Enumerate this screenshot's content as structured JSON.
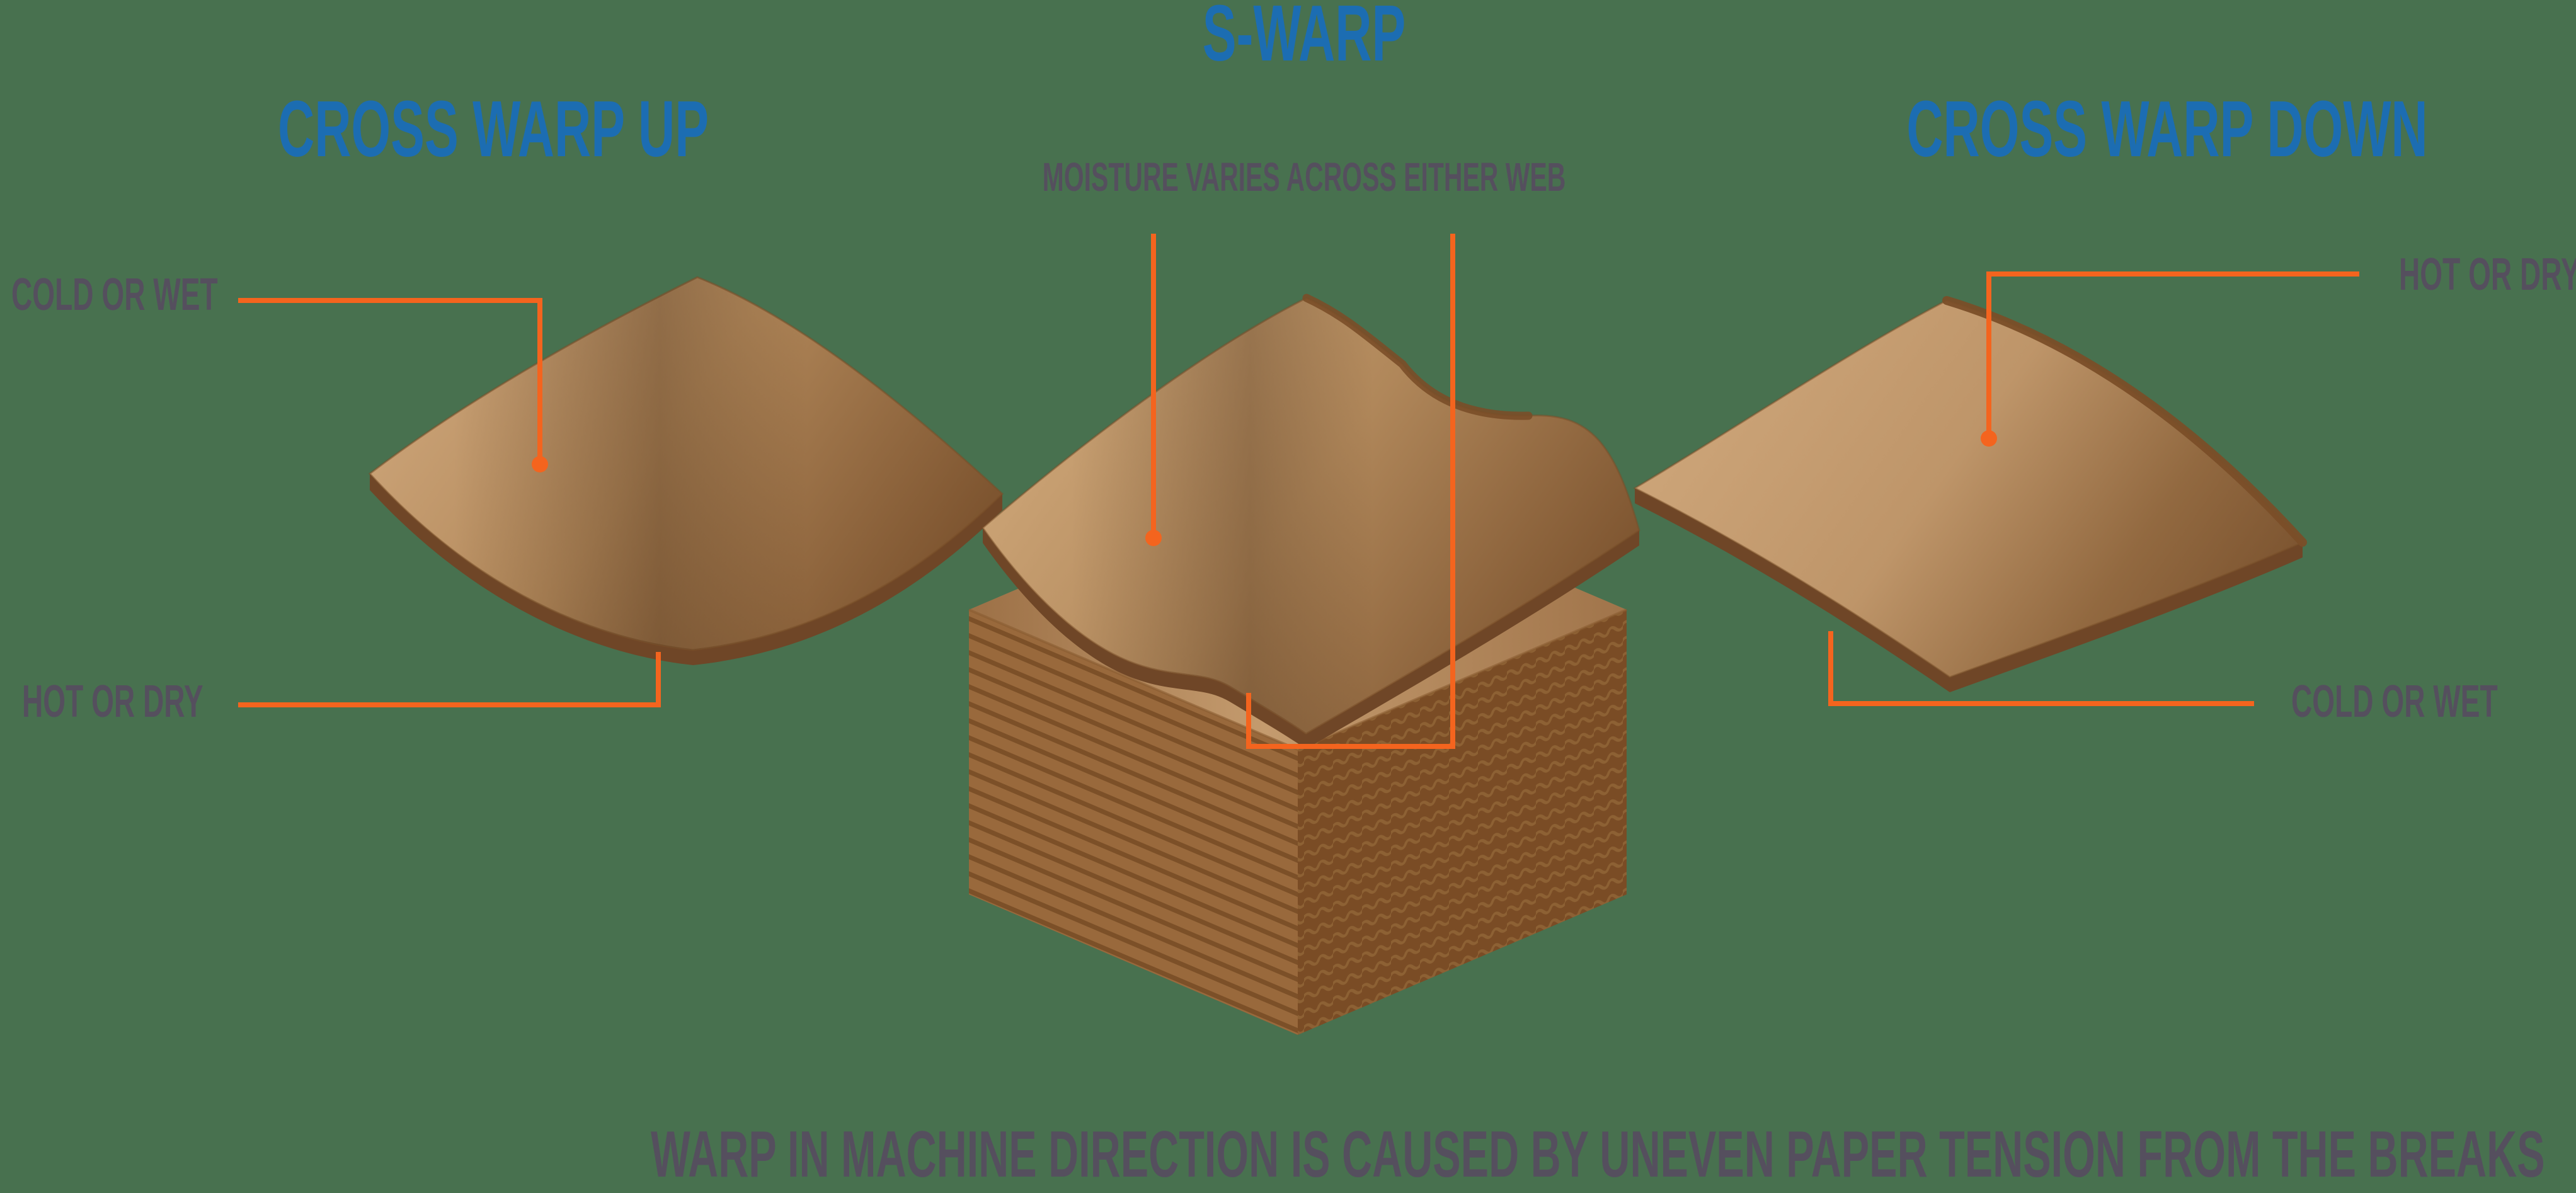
{
  "titles": {
    "left": "CROSS WARP UP",
    "center": "S-WARP",
    "right": "CROSS WARP DOWN"
  },
  "subtitle": "MOISTURE VARIES ACROSS EITHER WEB",
  "labels": {
    "left_top": "COLD OR WET",
    "left_bottom": "HOT OR DRY",
    "right_top": "HOT OR DRY",
    "right_bottom": "COLD OR WET"
  },
  "caption": "WARP IN MACHINE DIRECTION IS CAUSED BY UNEVEN PAPER TENSION FROM THE BREAKS",
  "colors": {
    "background": "#48714F",
    "title_blue": "#1C6DB2",
    "label_slate": "#554F5E",
    "leader_orange": "#F4641E",
    "board_light": "#CBA377",
    "board_mid": "#B0875A",
    "board_dark": "#7E5530",
    "board_edge": "#6F4627",
    "stack_stripe": "#7C5028",
    "flute_line": "#8D6134"
  },
  "illustration": {
    "left_sheet": "cross-warp-up-sheet",
    "center_sheet": "s-warp-sheet",
    "right_sheet": "cross-warp-down-sheet",
    "stack": "corrugated-board-stack"
  }
}
